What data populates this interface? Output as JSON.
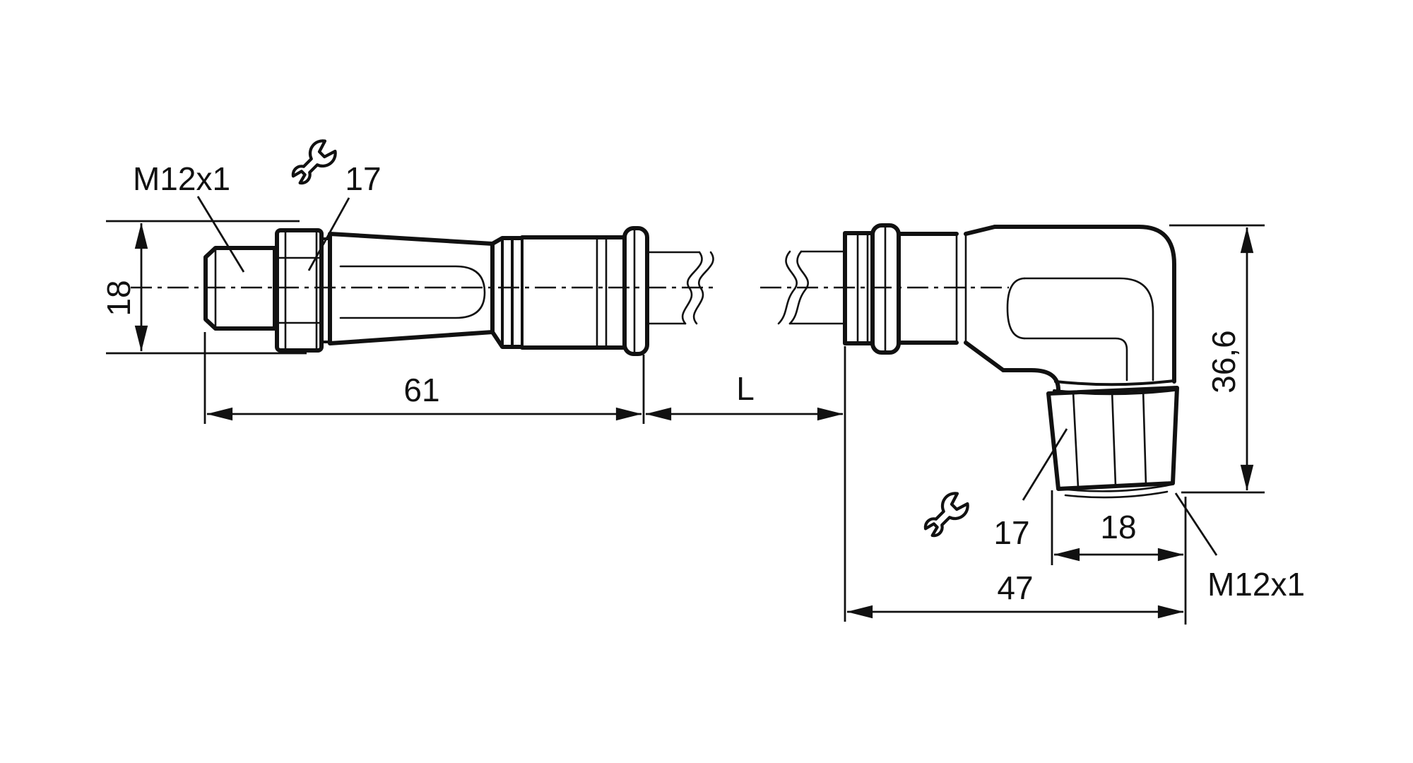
{
  "drawing": {
    "type": "technical-dimension-drawing",
    "background_color": "#ffffff",
    "line_color": "#111111",
    "left_connector": {
      "name": "straight male connector",
      "thread_label": "M12x1",
      "wrench_icon": "open-end-wrench",
      "wrench_size": "17",
      "diameter_dim": "18",
      "length_dim": "61"
    },
    "cable": {
      "length_dim": "L"
    },
    "right_connector": {
      "name": "angled female connector",
      "thread_label": "M12x1",
      "wrench_icon": "open-end-wrench",
      "wrench_size": "17",
      "nut_width_dim": "18",
      "height_dim": "36,6",
      "length_dim": "47"
    }
  }
}
